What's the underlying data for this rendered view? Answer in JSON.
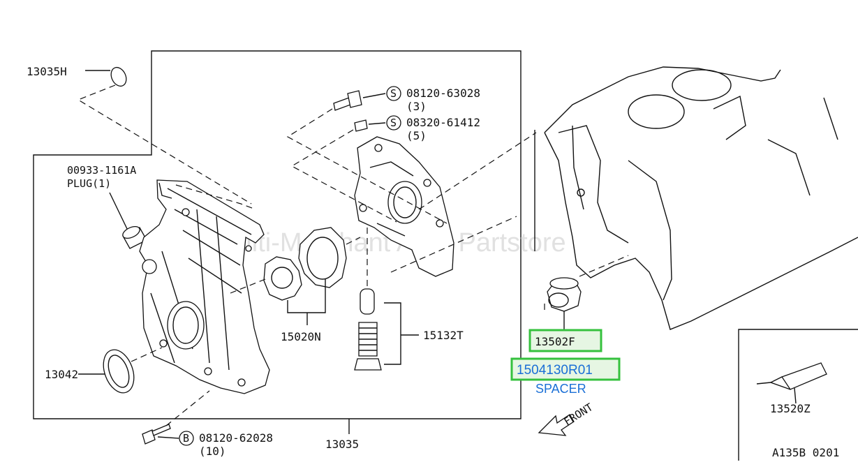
{
  "labels": {
    "l13035h": "13035H",
    "plug_part": "00933-1161A",
    "plug_name": "PLUG(1)",
    "bolt1": "08120-63028",
    "bolt1_qty": "(3)",
    "bolt2": "08320-61412",
    "bolt2_qty": "(5)",
    "l15020n": "15020N",
    "l15132t": "15132T",
    "l13042": "13042",
    "bolt3": "08120-62028",
    "bolt3_qty": "(10)",
    "l13035": "13035",
    "l13502f": "13502F",
    "spacer_part": "1504130R01",
    "spacer_name": "SPACER",
    "front": "FRONT",
    "l13520z": "13520Z",
    "code": "A135B 0201",
    "s_mark": "S",
    "b_mark": "B"
  },
  "watermark": "Multi-Merchant Auto Partstore",
  "colors": {
    "highlight_border": "#35c13e",
    "highlight_fill": "#e6f6e3",
    "highlight_text": "#1a6fd6"
  }
}
